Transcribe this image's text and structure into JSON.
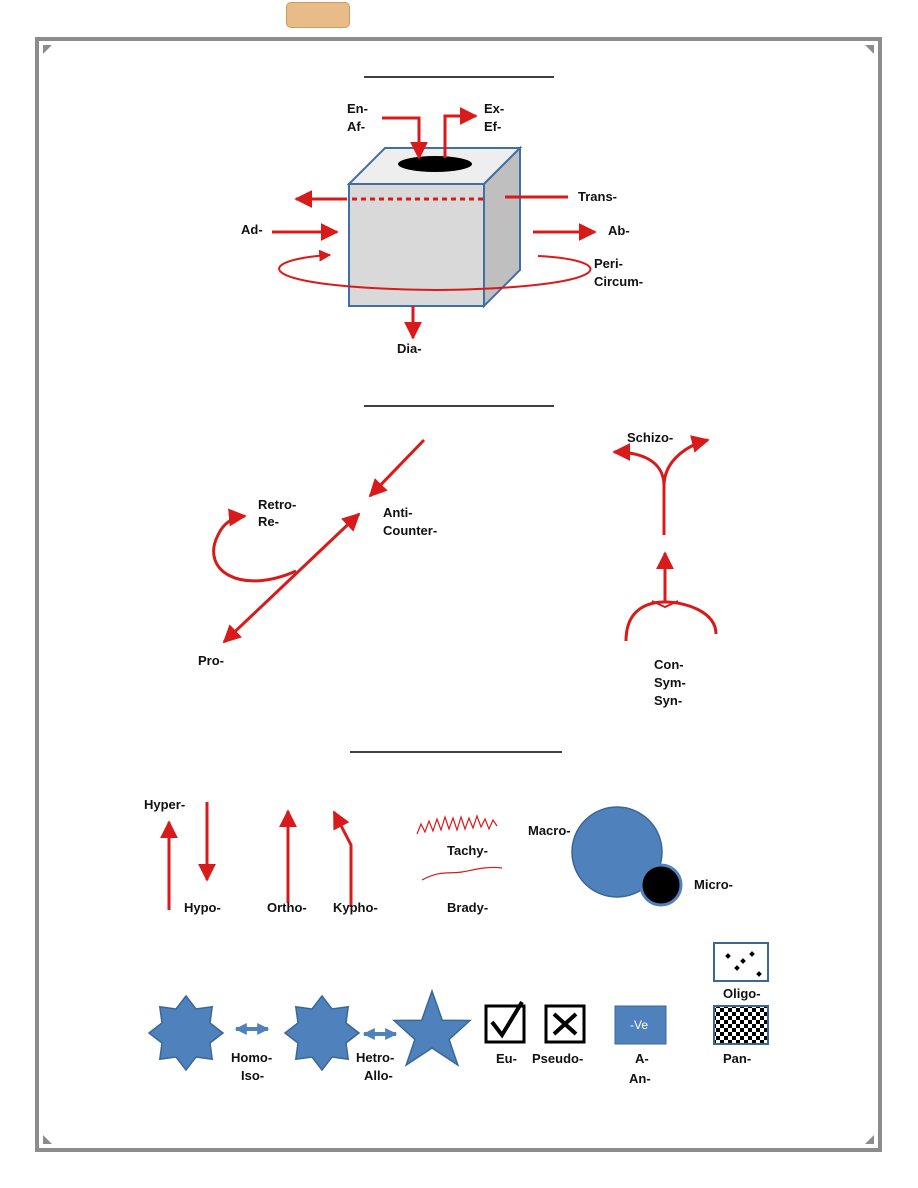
{
  "colors": {
    "arrow": "#d91a1a",
    "shape": "#4f81bd",
    "shape_stroke": "#3a6795",
    "box_face": "#d9d9d9",
    "frame": "#8c8c8c",
    "tab": "#e8bc88"
  },
  "labels": {
    "en": "En-",
    "af": "Af-",
    "ex": "Ex-",
    "ef": "Ef-",
    "trans": "Trans-",
    "ad": "Ad-",
    "ab": "Ab-",
    "peri": "Peri-",
    "circum": "Circum-",
    "dia": "Dia-",
    "retro": "Retro-",
    "re": "Re-",
    "anti": "Anti-",
    "counter": "Counter-",
    "pro": "Pro-",
    "schizo": "Schizo-",
    "con": "Con-",
    "sym": "Sym-",
    "syn": "Syn-",
    "hyper": "Hyper-",
    "hypo": "Hypo-",
    "ortho": "Ortho-",
    "kypho": "Kypho-",
    "tachy": "Tachy-",
    "brady": "Brady-",
    "macro": "Macro-",
    "micro": "Micro-",
    "homo": "Homo-",
    "iso": "Iso-",
    "hetro": "Hetro-",
    "allo": "Allo-",
    "eu": "Eu-",
    "pseudo": "Pseudo-",
    "ve": "-Ve",
    "a": "A-",
    "an": "An-",
    "oligo": "Oligo-",
    "pan": "Pan-"
  }
}
